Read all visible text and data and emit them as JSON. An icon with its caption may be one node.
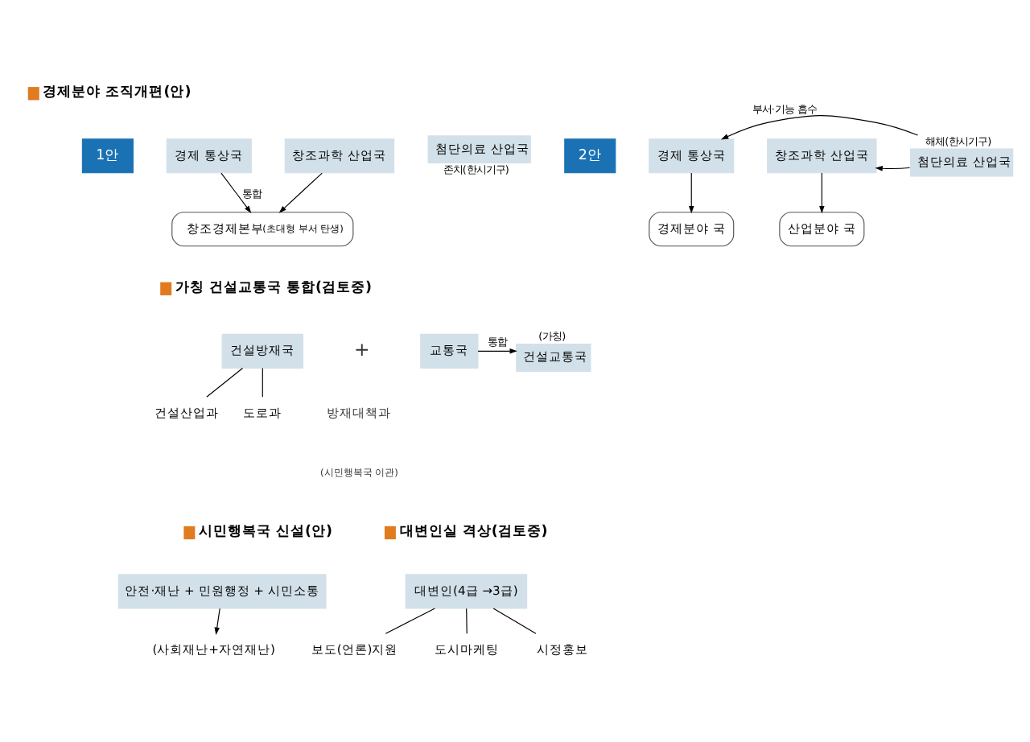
{
  "diagram": {
    "nodes": [
      {
        "text": [
          "1안"
        ]
      },
      {
        "text": [
          "경제 통상국"
        ]
      },
      {
        "text": [
          "창조과학 산업국"
        ]
      },
      {
        "text": [
          "첨단의료 산업국"
        ],
        "beside": [
          "존치(한시기구)"
        ]
      },
      {
        "text": [
          "창조경제본부",
          "(초대형 부서 탄생)"
        ]
      },
      {
        "text": [
          "2안"
        ]
      },
      {
        "text": [
          "경제 통상국"
        ]
      },
      {
        "text": [
          "창조과학 산업국"
        ]
      },
      {
        "text": [
          "첨단의료 산업국"
        ],
        "beside": [
          "해체(한시기구)"
        ]
      },
      {
        "text": [
          "경제분야 국"
        ]
      },
      {
        "text": [
          "산업분야 국"
        ]
      },
      {
        "text": [
          "건설방재국"
        ]
      },
      {
        "text": [
          "교통국"
        ]
      },
      {
        "text": [
          "건설교통국"
        ],
        "beside": [
          "(가칭)"
        ]
      },
      {
        "text": [
          "건설산업과"
        ]
      },
      {
        "text": [
          "도로과"
        ]
      },
      {
        "text": [
          "안전·재난 + 민원행정 + 시민소통"
        ]
      },
      {
        "text": [
          "(사회재난+자연재난)"
        ]
      },
      {
        "text": [
          "대변인(4급 →3급)"
        ]
      },
      {
        "text": [
          "보도(언론)지원"
        ]
      },
      {
        "text": [
          "도시마케팅"
        ]
      },
      {
        "text": [
          "시정홍보"
        ]
      }
    ],
    "edges": [
      {
        "from": 1,
        "to": 4,
        "arrow": "to",
        "label": "통합"
      },
      {
        "from": 2,
        "to": 4,
        "arrow": "to"
      },
      {
        "from": 6,
        "to": 9,
        "arrow": "to"
      },
      {
        "from": 7,
        "to": 10,
        "arrow": "to"
      },
      {
        "from": 8,
        "to": 6,
        "arrow": "to",
        "label": "부서·기능 흡수"
      },
      {
        "from": 8,
        "to": 7,
        "arrow": "to"
      },
      {
        "from": 11,
        "to": 14,
        "arrow": "none"
      },
      {
        "from": 11,
        "to": 15,
        "arrow": "none"
      },
      {
        "from": 12,
        "to": 13,
        "arrow": "to",
        "label": "통합"
      },
      {
        "from": 16,
        "to": 17,
        "arrow": "to"
      },
      {
        "from": 18,
        "to": 19,
        "arrow": "none"
      },
      {
        "from": 18,
        "to": 20,
        "arrow": "none"
      },
      {
        "from": 18,
        "to": 21,
        "arrow": "none"
      }
    ],
    "labels": [
      "경제분야 조직개편(안)",
      "가칭 건설교통국 통합(검토중)",
      "+",
      "방재대책과",
      "(시민행복국 이관)",
      "대변인실 격상(검토중)",
      "시민행복국 신설(안)"
    ]
  }
}
